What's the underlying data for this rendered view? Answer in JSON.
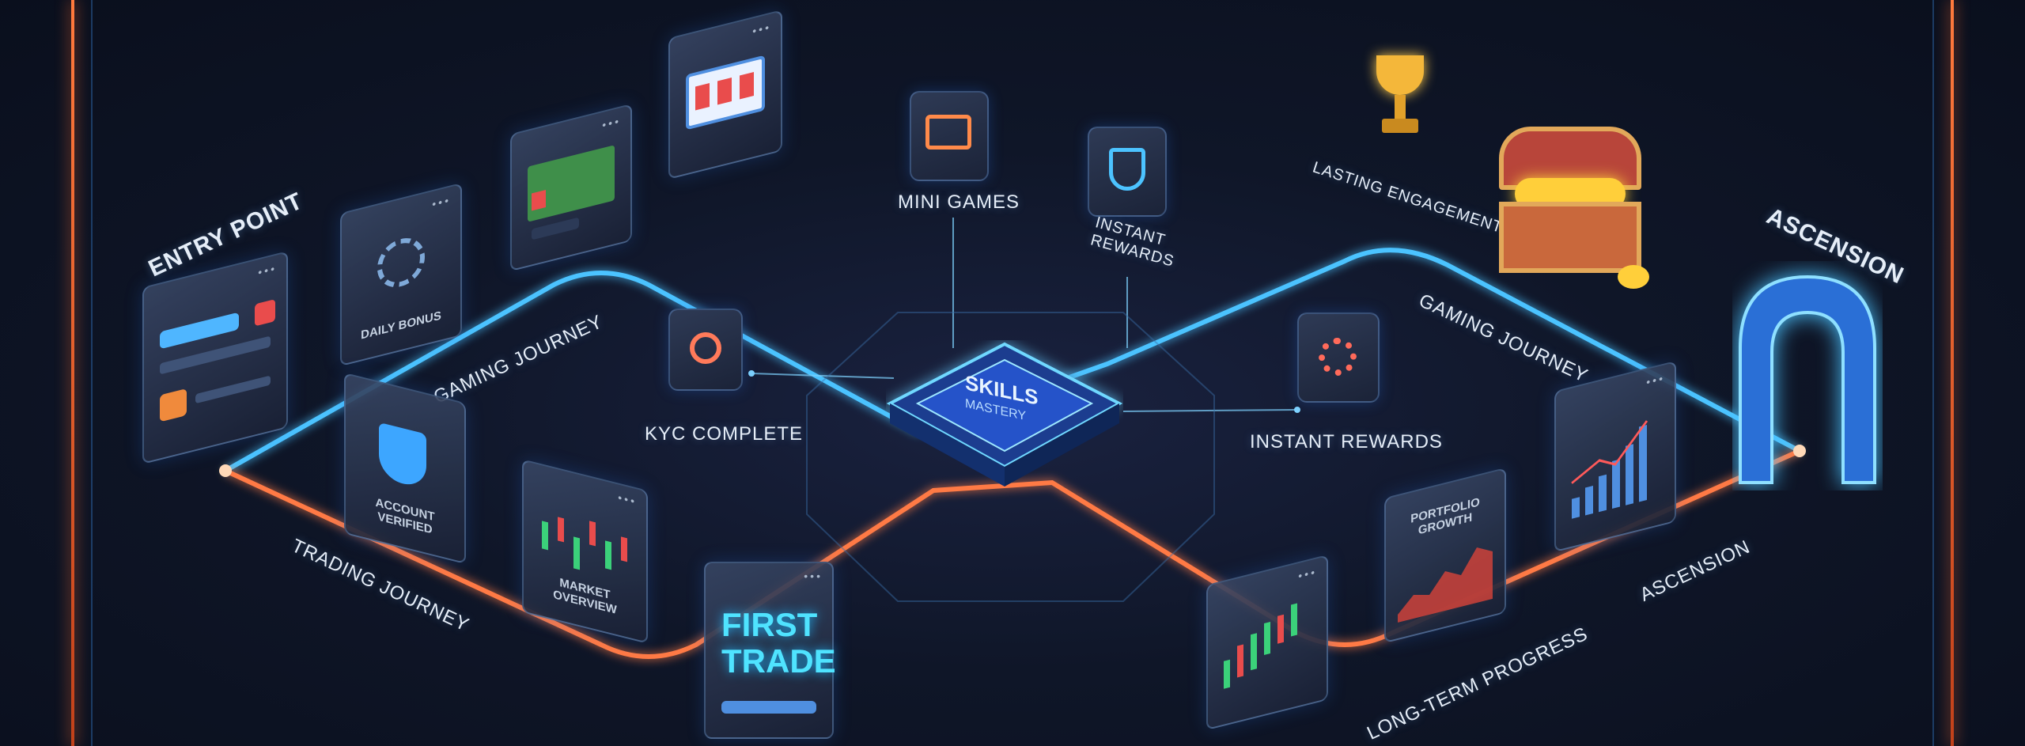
{
  "labels": {
    "entry_point": "ENTRY POINT",
    "gaming_journey_left": "GAMING JOURNEY",
    "trading_journey": "TRADING JOURNEY",
    "kyc_complete": "KYC COMPLETE",
    "mini_games": "MINI GAMES",
    "instant_rewards_top": "INSTANT REWARDS",
    "instant_rewards_right": "INSTANT REWARDS",
    "lasting_engagement": "LASTING ENGAGEMENT",
    "gaming_journey_right": "GAMING JOURNEY",
    "ascension_top": "ASCENSION",
    "ascension_bottom": "ASCENSION",
    "long_term_progress": "LONG-TERM PROGRESS",
    "first_trade": "FIRST TRADE"
  },
  "cards": {
    "daily_bonus": "DAILY BONUS",
    "account_verified": "ACCOUNT VERIFIED",
    "market_overview": "MARKET OVERVIEW",
    "portfolio_growth": "PORTFOLIO GROWTH"
  },
  "hub": {
    "title": "SKILLS",
    "subtitle": "MASTERY"
  },
  "colors": {
    "gaming_path": "#4cc3ff",
    "trading_path": "#ff7a45",
    "frame": "#ff6b2d",
    "accent": "#1fb8ff"
  },
  "icons": [
    "trophy-icon",
    "treasure-chest-icon",
    "arch-gate-icon",
    "shield-icon",
    "badge-icon",
    "slot-machine-icon",
    "gear-reward-icon",
    "poker-chip-icon",
    "arcade-icon"
  ]
}
